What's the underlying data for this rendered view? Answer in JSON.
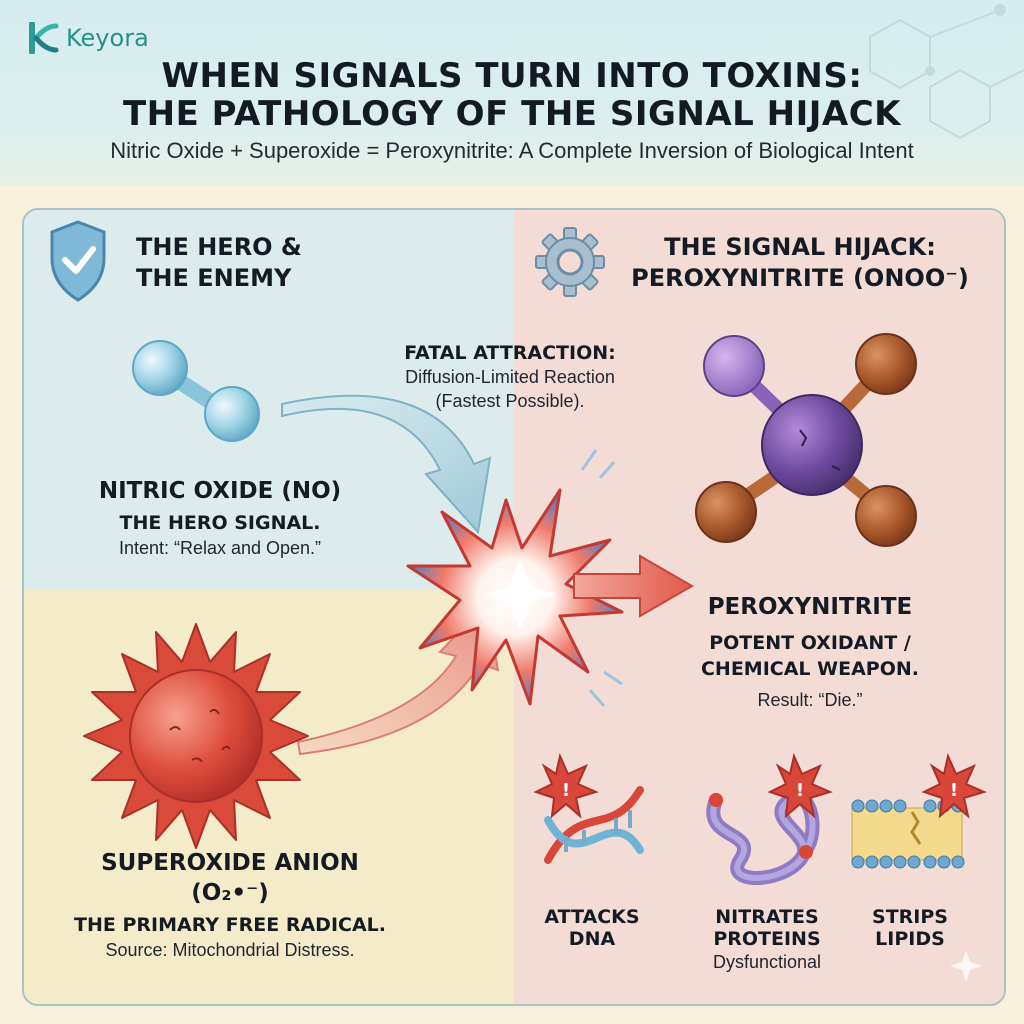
{
  "brand": {
    "name": "Keyora"
  },
  "header": {
    "title_line1": "WHEN SIGNALS TURN INTO TOXINS:",
    "title_line2": "THE PATHOLOGY OF THE SIGNAL HIJACK",
    "subtitle": "Nitric Oxide + Superoxide = Peroxynitrite: A Complete Inversion of Biological Intent"
  },
  "left_section": {
    "heading_line1": "THE HERO &",
    "heading_line2": "THE ENEMY",
    "icon": "shield-check-icon"
  },
  "right_section": {
    "heading_line1": "THE SIGNAL HIJACK:",
    "heading_line2": "PEROXYNITRITE (ONOO⁻)",
    "icon": "gear-icon"
  },
  "nitric_oxide": {
    "name": "NITRIC OXIDE (NO)",
    "role": "THE HERO SIGNAL.",
    "intent": "Intent: “Relax and Open.”"
  },
  "superoxide": {
    "name": "SUPEROXIDE ANION",
    "formula": "(O₂•⁻)",
    "role": "THE PRIMARY FREE RADICAL.",
    "source": "Source: Mitochondrial Distress."
  },
  "reaction": {
    "title": "FATAL ATTRACTION:",
    "line1": "Diffusion-Limited Reaction",
    "line2": "(Fastest Possible)."
  },
  "peroxynitrite": {
    "name": "PEROXYNITRITE",
    "role_line1": "POTENT OXIDANT /",
    "role_line2": "CHEMICAL WEAPON.",
    "result": "Result: “Die.”"
  },
  "effects": [
    {
      "line1": "ATTACKS",
      "line2": "DNA",
      "note": "",
      "icon": "dna-icon"
    },
    {
      "line1": "NITRATES",
      "line2": "PROTEINS",
      "note": "Dysfunctional",
      "icon": "protein-icon"
    },
    {
      "line1": "STRIPS",
      "line2": "LIPIDS",
      "note": "",
      "icon": "lipid-bilayer-icon"
    }
  ],
  "colors": {
    "hero_panel": "#dcebec",
    "enemy_panel": "#f4ecc8",
    "hijack_panel": "#f4dcd6",
    "brand_teal": "#2a8f8a",
    "danger_red": "#d9463a"
  }
}
